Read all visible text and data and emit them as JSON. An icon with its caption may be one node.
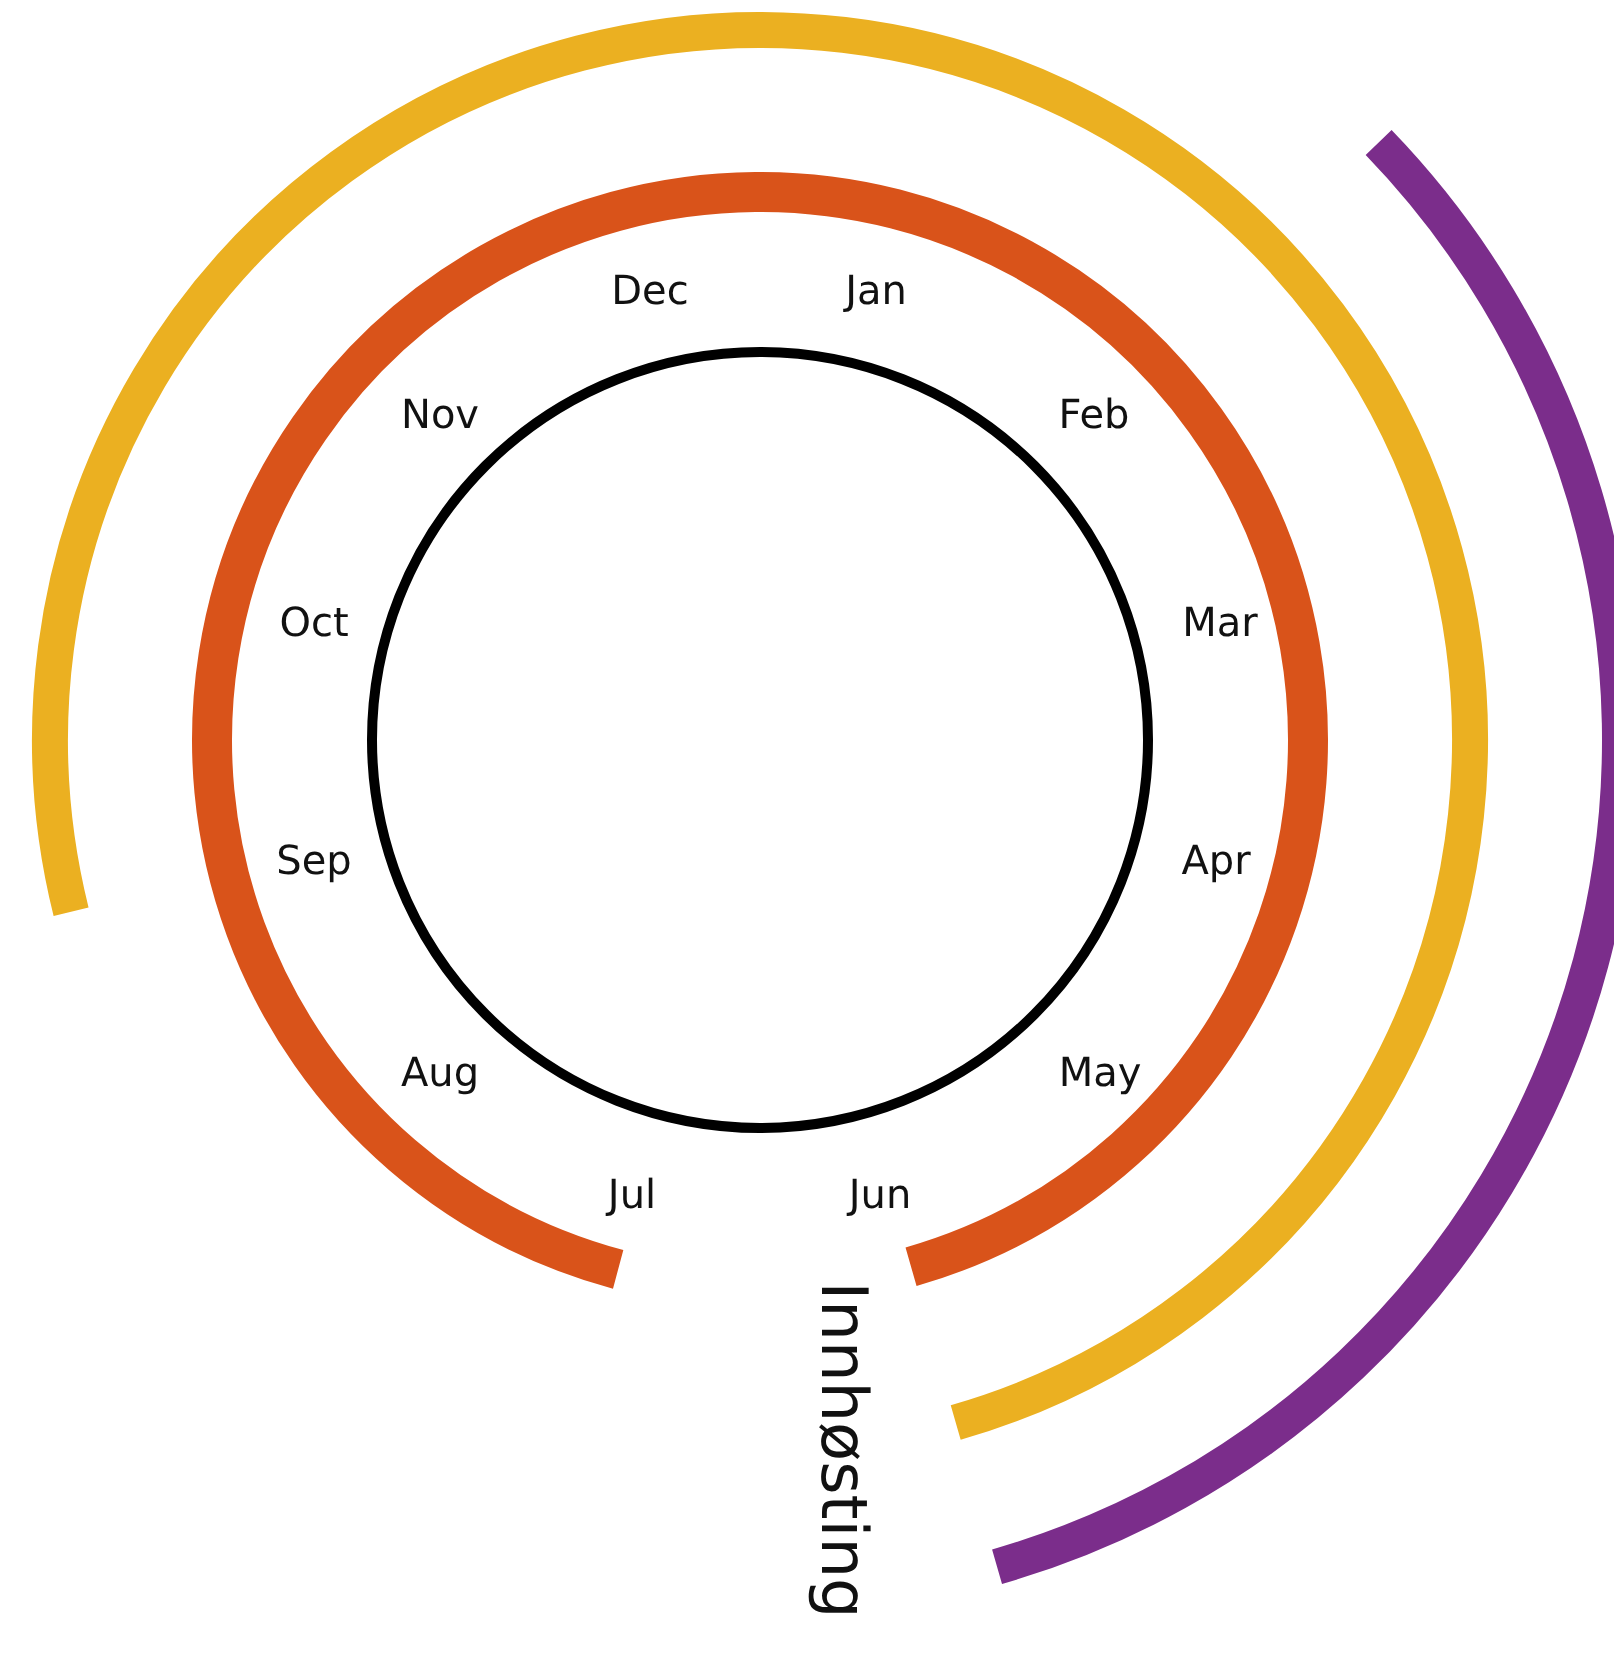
{
  "diagram": {
    "labels": [
      "Dec",
      "Jan",
      "Nov",
      "Feb",
      "Oct",
      "Mar",
      "Sep",
      "Apr",
      "Aug",
      "May",
      "Jul",
      "Jun",
      "Innhøsting"
    ]
  }
}
